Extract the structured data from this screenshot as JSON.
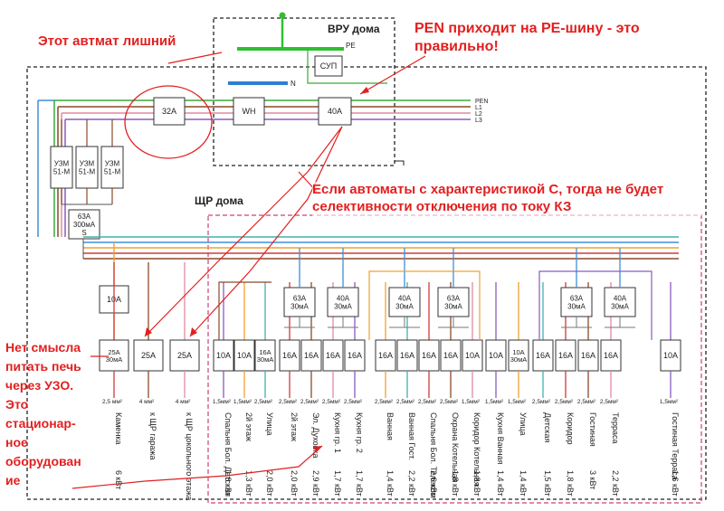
{
  "title_vru": "ВРУ дома",
  "title_shr": "ЩР дома",
  "bus_labels": {
    "pe": "PE",
    "n": "N",
    "pen": "PEN",
    "l1": "L1",
    "l2": "L2",
    "l3": "L3"
  },
  "devices": {
    "sup": "СУП",
    "breaker_main": "32A",
    "meter": "WH",
    "breaker_vru": "40A",
    "uzm1": "УЗМ\n51-М",
    "uzm2": "УЗМ\n51-М",
    "uzm3": "УЗМ\n51-М",
    "rcd_main": "63A\n300мА\nS",
    "breaker_10a": "10A",
    "rcbo_stove": "25A\n30мА",
    "breaker_25a_1": "25A",
    "breaker_25a_2": "25A",
    "rcd_g1": "63A\n30мА",
    "rcd_g2": "40A\n30мА",
    "rcd_g3": "40A\n30мА",
    "rcd_g4": "63A\n30мА",
    "rcd_g5": "63A\n30мА",
    "rcd_g6": "40A\n30мА"
  },
  "annotations": {
    "extra_breaker": "Этот автмат лишний",
    "pen_note": "PEN приходит на PE-шину - это правильно!",
    "selectivity": "Если автоматы с характеристикой С, тогда не будет селективности отключения по току КЗ",
    "stove": "Нет смысла питать печь через УЗО. Это стационар- ное оборудован ие"
  },
  "groups": [
    {
      "breaker": "25A\n30мА",
      "wire": "2,5 мм²",
      "name": "Каменка",
      "power": "6 кВт"
    },
    {
      "breaker": "25A",
      "wire": "4 мм²",
      "name": "к ЩР гаража",
      "power": ""
    },
    {
      "breaker": "25A",
      "wire": "4 мм²",
      "name": "к ЩР цокольного этажа",
      "power": ""
    },
    {
      "breaker": "10A",
      "wire": "1,5мм²",
      "name": "Спальня Бол. Детская",
      "power": "1,8 кВт"
    },
    {
      "breaker": "10A",
      "wire": "1,5мм²",
      "name": "2й этаж",
      "power": "1,3 кВт"
    },
    {
      "breaker": "16A\n30мА",
      "wire": "2,5мм²",
      "name": "Улица",
      "power": "2,0 кВт"
    },
    {
      "breaker": "16A",
      "wire": "2,5мм²",
      "name": "2й этаж",
      "power": "2,0 кВт"
    },
    {
      "breaker": "16A",
      "wire": "2,5мм²",
      "name": "Эл. Духовка",
      "power": "2,9 кВт"
    },
    {
      "breaker": "16A",
      "wire": "2,5мм²",
      "name": "Кухня гр. 1",
      "power": "1,7 кВт"
    },
    {
      "breaker": "16A",
      "wire": "2,5мм²",
      "name": "Кухня гр. 2",
      "power": "1,7 кВт"
    },
    {
      "breaker": "16A",
      "wire": "2,5мм²",
      "name": "Ванная",
      "power": "1,4 кВт"
    },
    {
      "breaker": "16A",
      "wire": "2,5мм²",
      "name": "Ванная Гост.",
      "power": "2,2 кВт"
    },
    {
      "breaker": "16A",
      "wire": "2,5мм²",
      "name": "Спальня Бол. Телеком",
      "power": "2,6 кВт"
    },
    {
      "breaker": "16A",
      "wire": "2,5мм²",
      "name": "Охрана Котельная",
      "power": "1,8 кВт"
    },
    {
      "breaker": "10A",
      "wire": "1,5мм²",
      "name": "Коридор Котельная",
      "power": "1,8 кВт"
    },
    {
      "breaker": "10A",
      "wire": "1,5мм²",
      "name": "Кухня Ванная",
      "power": "1,4 кВт"
    },
    {
      "breaker": "10A\n30мА",
      "wire": "1,5мм²",
      "name": "Улица",
      "power": "1,4 кВт"
    },
    {
      "breaker": "16A",
      "wire": "2,5мм²",
      "name": "Детская",
      "power": "1,5 кВт"
    },
    {
      "breaker": "16A",
      "wire": "2,5мм²",
      "name": "Коридор",
      "power": "1,8 кВт"
    },
    {
      "breaker": "16A",
      "wire": "2,5мм²",
      "name": "Гостиная",
      "power": "3 кВт"
    },
    {
      "breaker": "16A",
      "wire": "2,5мм²",
      "name": "Терраса",
      "power": "2,2 кВт"
    },
    {
      "breaker": "10A",
      "wire": "1,5мм²",
      "name": "Гостиная Терраса",
      "power": "1,6 кВт"
    }
  ],
  "colors": {
    "red_annotation": "#e21f1f",
    "pen_bus": "#2fbf2f",
    "n_bus": "#2f7fd0",
    "wire_green": "#3aa83a",
    "wire_blue": "#3f8fd8",
    "wire_brown": "#8a4a2a",
    "wire_pink": "#e08aa0",
    "wire_purple": "#8a5ac0",
    "wire_orange": "#f0a030",
    "wire_red": "#d03a3a",
    "wire_teal": "#40b0b0"
  }
}
